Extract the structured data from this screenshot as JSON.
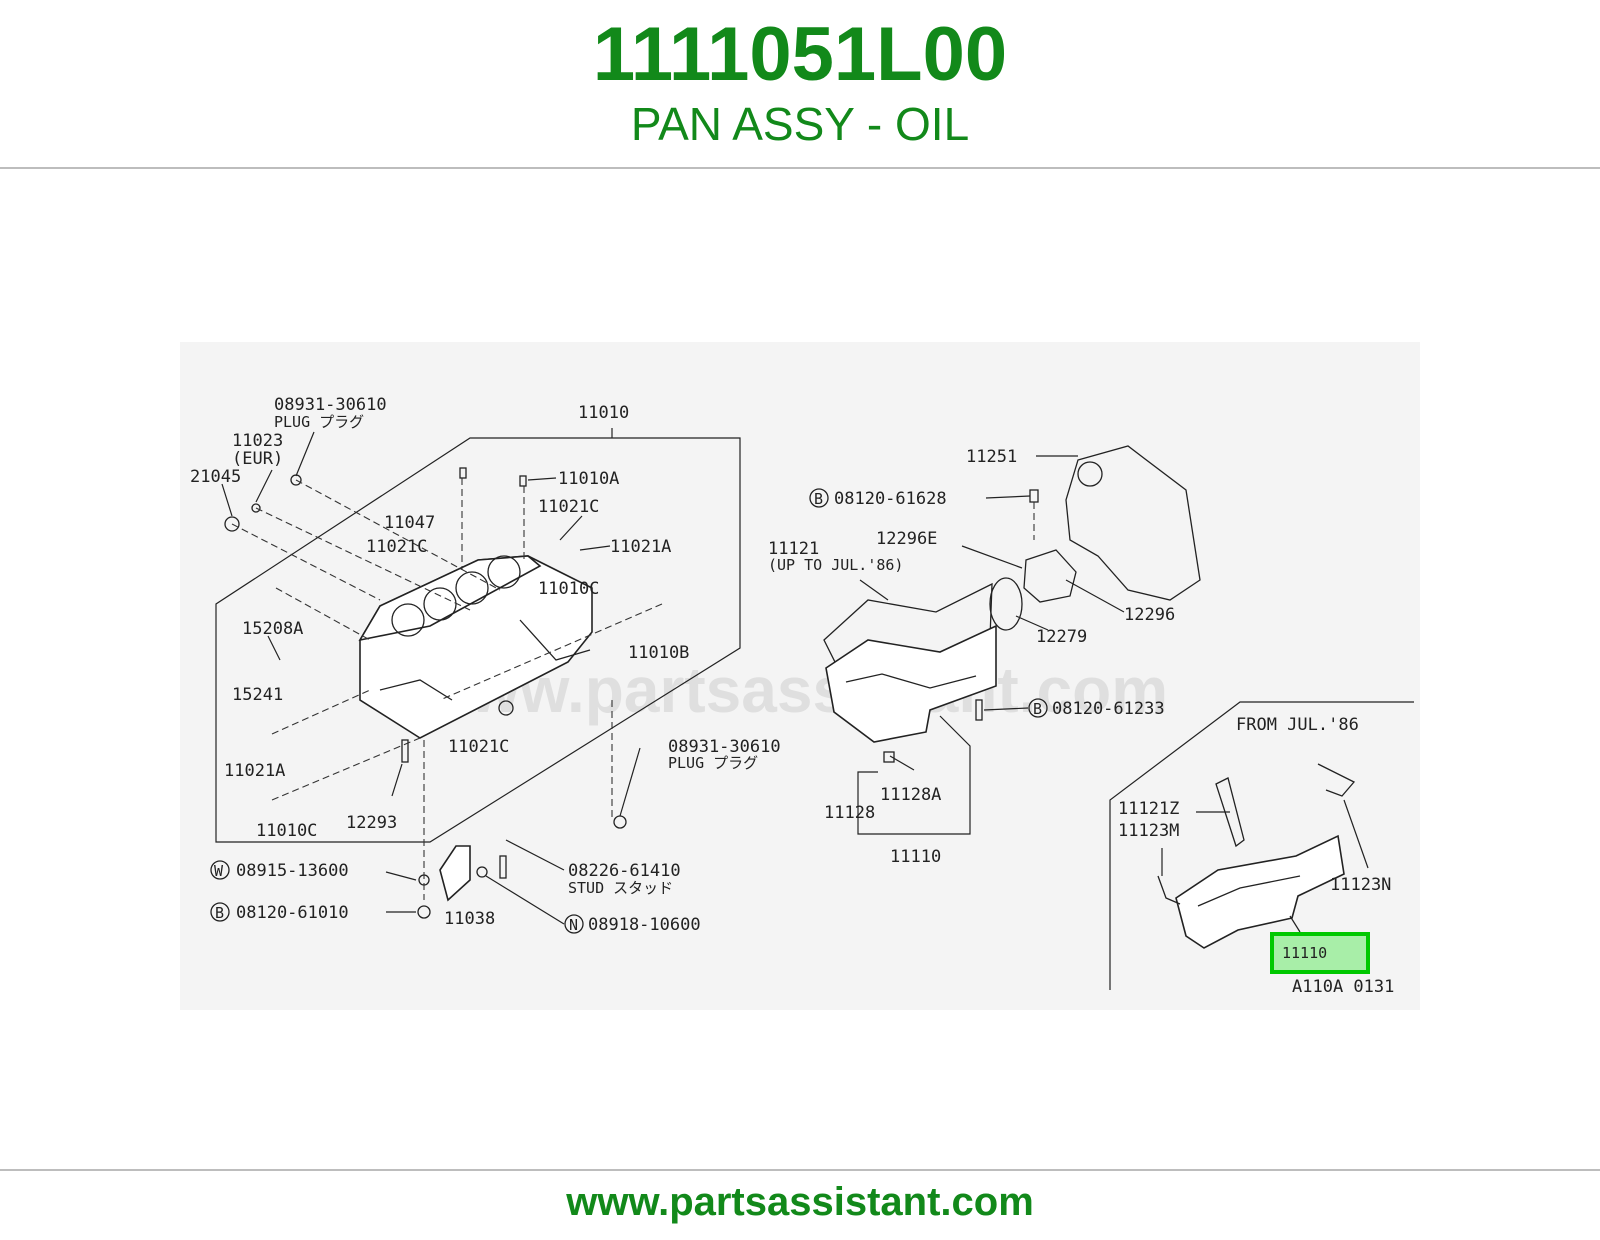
{
  "header": {
    "part_number": "1111051L00",
    "part_name": "PAN ASSY - OIL"
  },
  "footer": {
    "url": "www.partsassistant.com"
  },
  "diagram": {
    "watermark": "www.partsassistant.com",
    "inset_caption": "FROM JUL.'86",
    "figure_code": "A110A 0131",
    "highlighted_part": "11110",
    "highlight_color": "#00c800",
    "labels": {
      "l_08931_30610_top": "08931-30610",
      "l_plug_top": "PLUG プラグ",
      "l_11010": "11010",
      "l_11023": "11023",
      "l_eur": "(EUR)",
      "l_21045": "21045",
      "l_11010A": "11010A",
      "l_11021C_a": "11021C",
      "l_11047": "11047",
      "l_11021C_b": "11021C",
      "l_11021A_a": "11021A",
      "l_11010C_a": "11010C",
      "l_15208A": "15208A",
      "l_11010B": "11010B",
      "l_15241": "15241",
      "l_11021C_c": "11021C",
      "l_08931_30610_bot": "08931-30610",
      "l_plug_bot": "PLUG プラグ",
      "l_11021A_b": "11021A",
      "l_11010C_b": "11010C",
      "l_12293": "12293",
      "l_08915_13600": "08915-13600",
      "l_08226_61410": "08226-61410",
      "l_stud": "STUD スタッド",
      "l_08120_61010": "08120-61010",
      "l_11038": "11038",
      "l_08918_10600": "08918-10600",
      "l_11251": "11251",
      "l_08120_61628": "08120-61628",
      "l_11121": "11121",
      "l_upto": "(UP TO JUL.'86)",
      "l_12296E": "12296E",
      "l_12296": "12296",
      "l_12279": "12279",
      "l_08120_61233": "08120-61233",
      "l_11128A": "11128A",
      "l_11128": "11128",
      "l_11110_main": "11110",
      "l_11121Z": "11121Z",
      "l_11123M": "11123M",
      "l_11123N": "11123N"
    },
    "markers": {
      "w": "W",
      "b": "B",
      "n": "N"
    }
  }
}
